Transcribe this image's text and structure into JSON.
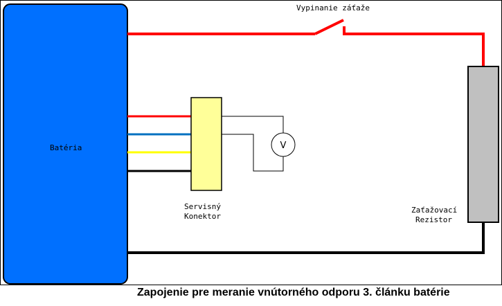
{
  "labels": {
    "battery": "Batéria",
    "switch": "Vypinanie záťaže",
    "connector_line1": "Servisný",
    "connector_line2": "Konektor",
    "resistor_line1": "Zaťažovací",
    "resistor_line2": "Rezistor",
    "voltmeter": "V"
  },
  "caption": "Zapojenie pre meranie vnútorného odporu 3. článku batérie",
  "colors": {
    "battery_fill": "#0070ff",
    "connector_fill": "#ffff99",
    "resistor_fill": "#c0c0c0",
    "wire_red": "#ff0000",
    "wire_blue": "#0070c0",
    "wire_yellow": "#ffff00",
    "wire_black": "#000000",
    "wire_gray": "#000000"
  }
}
